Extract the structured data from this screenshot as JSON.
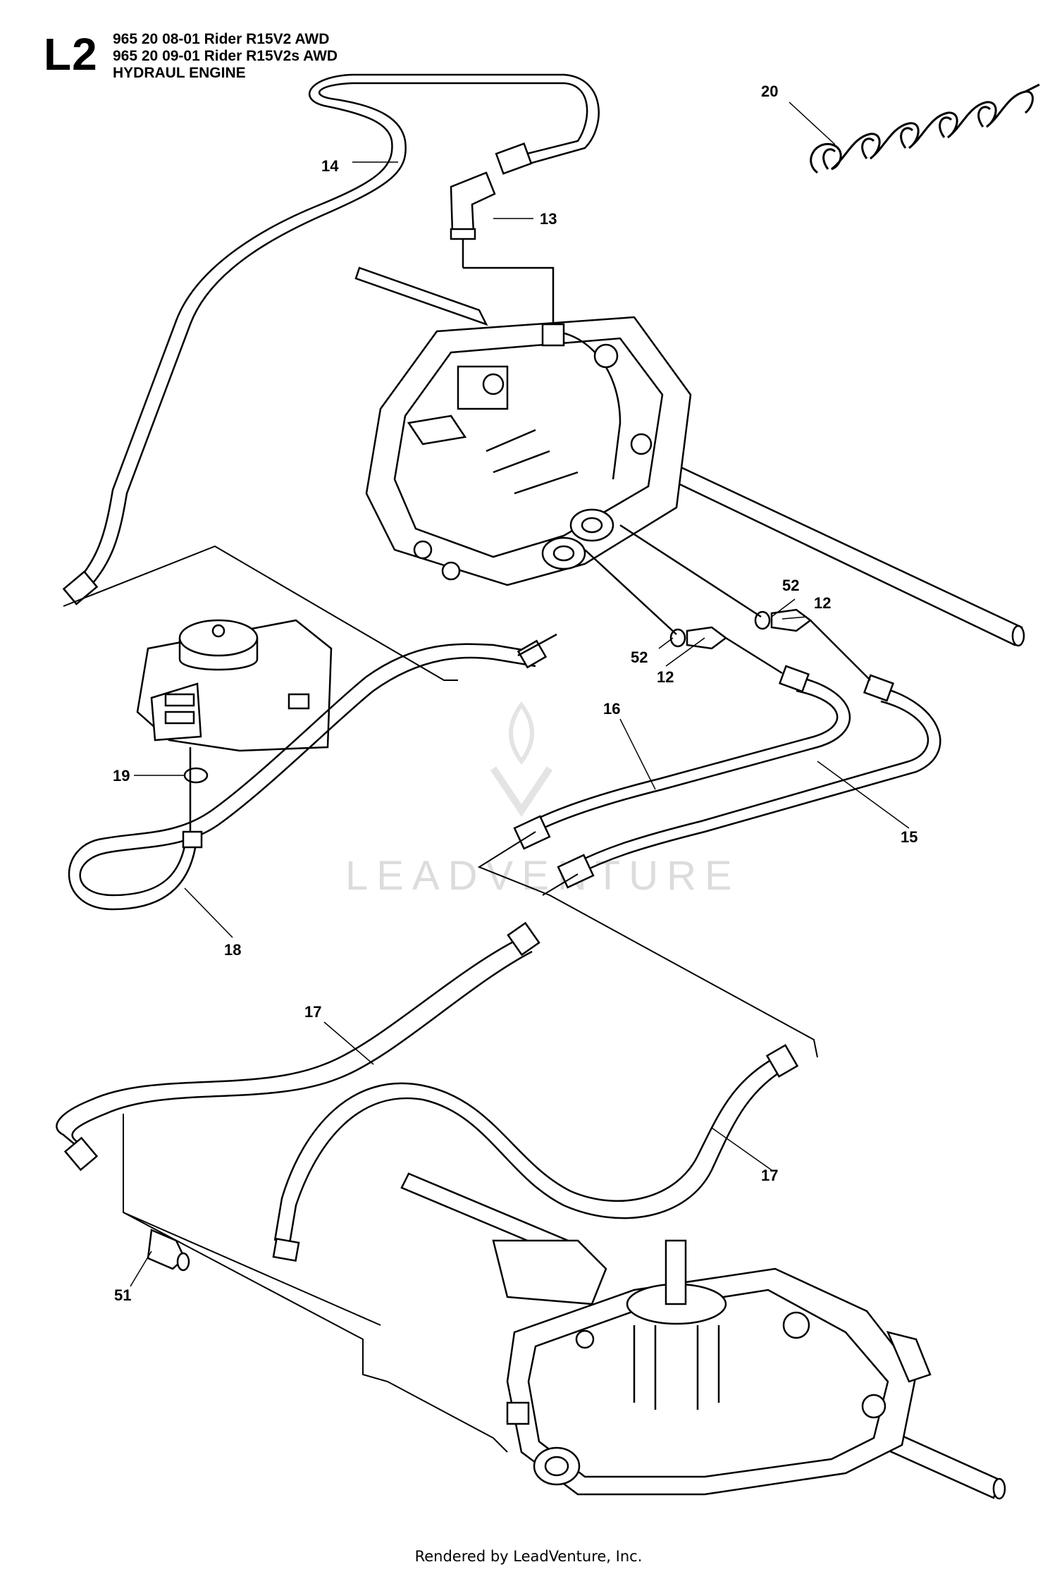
{
  "header": {
    "sheet_code": "L2",
    "lines": [
      "965 20 08-01 Rider R15V2 AWD",
      "965 20 09-01 Rider R15V2s AWD",
      "HYDRAUL ENGINE"
    ]
  },
  "callouts": {
    "c20": "20",
    "c14": "14",
    "c13": "13",
    "c52a": "52",
    "c12a": "12",
    "c52b": "52",
    "c12b": "12",
    "c16": "16",
    "c19": "19",
    "c15": "15",
    "c18": "18",
    "c17a": "17",
    "c17b": "17",
    "c51": "51"
  },
  "watermark": "LEADVENTURE",
  "footer": "Rendered by LeadVenture, Inc."
}
